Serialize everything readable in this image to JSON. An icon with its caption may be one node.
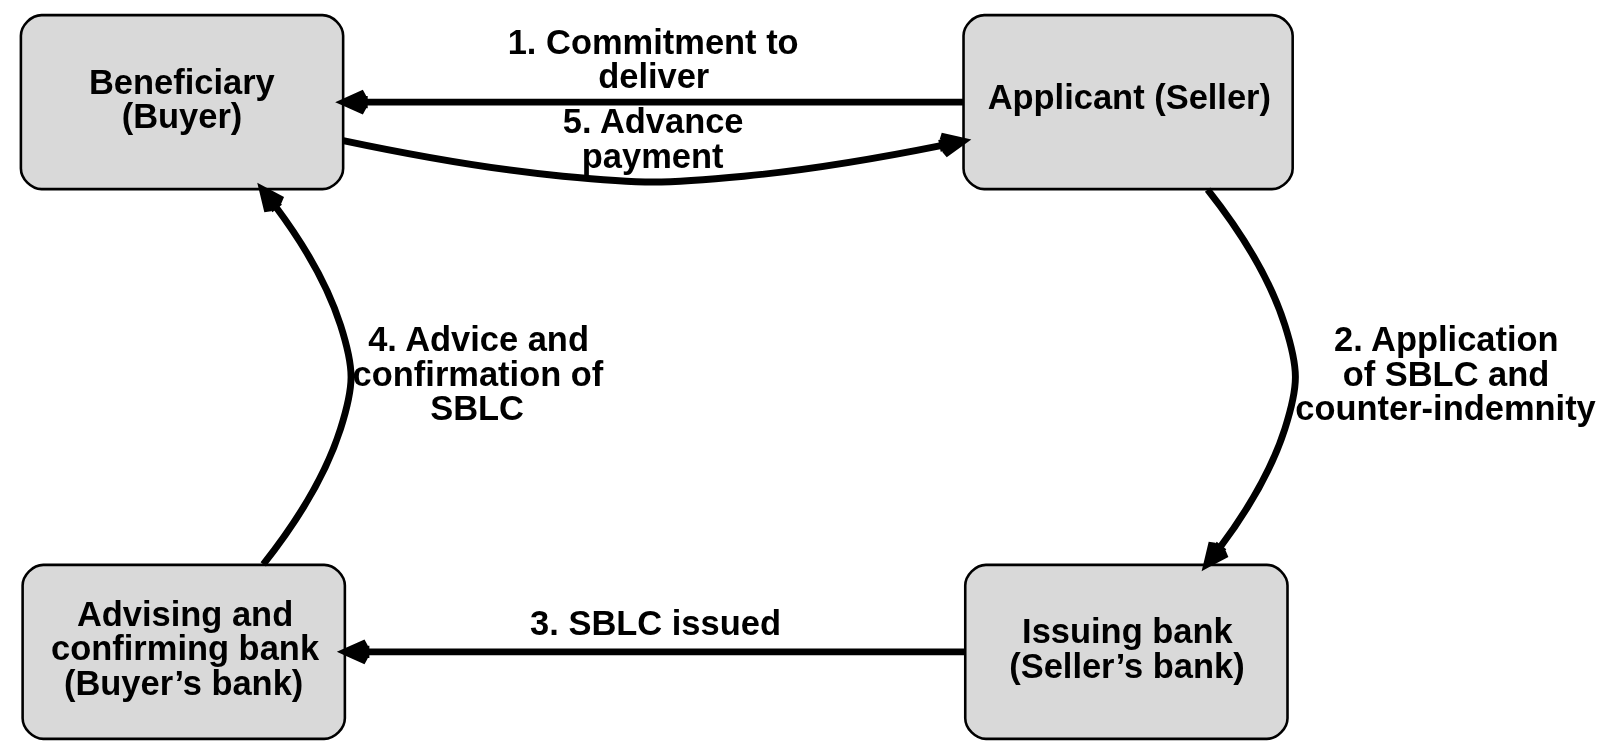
{
  "diagram": {
    "nodes": [
      {
        "text": [
          "Beneficiary (Buyer)"
        ]
      },
      {
        "text": [
          "Applicant (Seller)"
        ]
      },
      {
        "text": [
          "Advising and confirming bank (Buyer’s bank)"
        ]
      },
      {
        "text": [
          "Issuing bank (Seller’s bank)"
        ]
      }
    ],
    "edges": [
      {
        "from": 1,
        "to": 0,
        "arrow": "to",
        "label": "1. Commitment to deliver"
      },
      {
        "from": 1,
        "to": 3,
        "arrow": "to",
        "label": "2. Application of SBLC and counter-indemnity"
      },
      {
        "from": 3,
        "to": 2,
        "arrow": "to",
        "label": "3. SBLC issued"
      },
      {
        "from": 2,
        "to": 0,
        "arrow": "to",
        "label": "4. Advice and confirmation of SBLC"
      },
      {
        "from": 0,
        "to": 1,
        "arrow": "to",
        "label": "5. Advance payment"
      }
    ]
  }
}
